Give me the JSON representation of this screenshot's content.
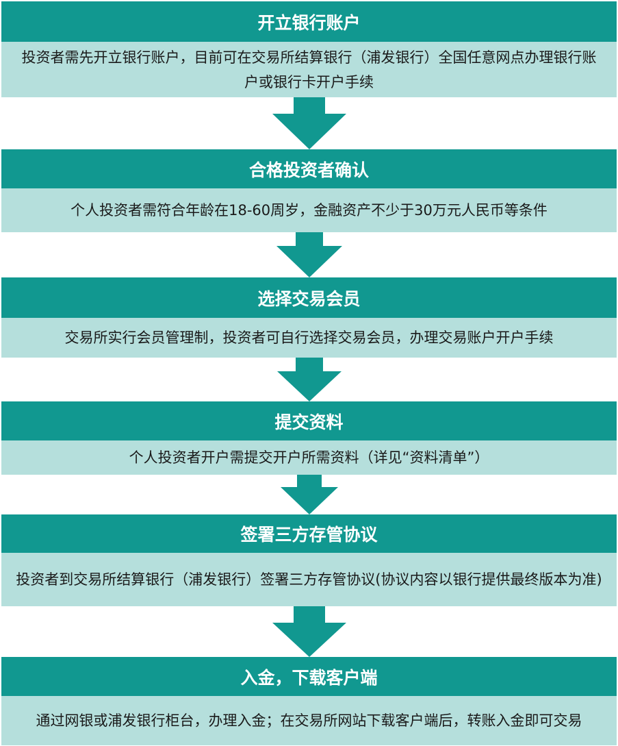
{
  "steps": [
    {
      "title": "开立银行账户",
      "desc": "投资者需先开立银行账户，目前可在交易所结算银行（浦发银行）全国任意网点办理银行账户或银行卡开户手续"
    },
    {
      "title": "合格投资者确认",
      "desc": "个人投资者需符合年龄在18-60周岁，金融资产不少于30万元人民币等条件"
    },
    {
      "title": "选择交易会员",
      "desc": "交易所实行会员管理制，投资者可自行选择交易会员，办理交易账户开户手续"
    },
    {
      "title": "提交资料",
      "desc": "个人投资者开户需提交开户所需资料（详见“资料清单”）"
    },
    {
      "title": "签署三方存管协议",
      "desc": "投资者到交易所结算银行（浦发银行）签署三方存管协议(协议内容以银行提供最终版本为准)"
    },
    {
      "title": "入金，下载客户端",
      "desc": "通过网银或浦发银行柜台，办理入金；在交易所网站下载客户端后，转账入金即可交易"
    }
  ],
  "colors": {
    "header": "#119890",
    "body": "#b5dfdc",
    "arrow": "#119890"
  }
}
